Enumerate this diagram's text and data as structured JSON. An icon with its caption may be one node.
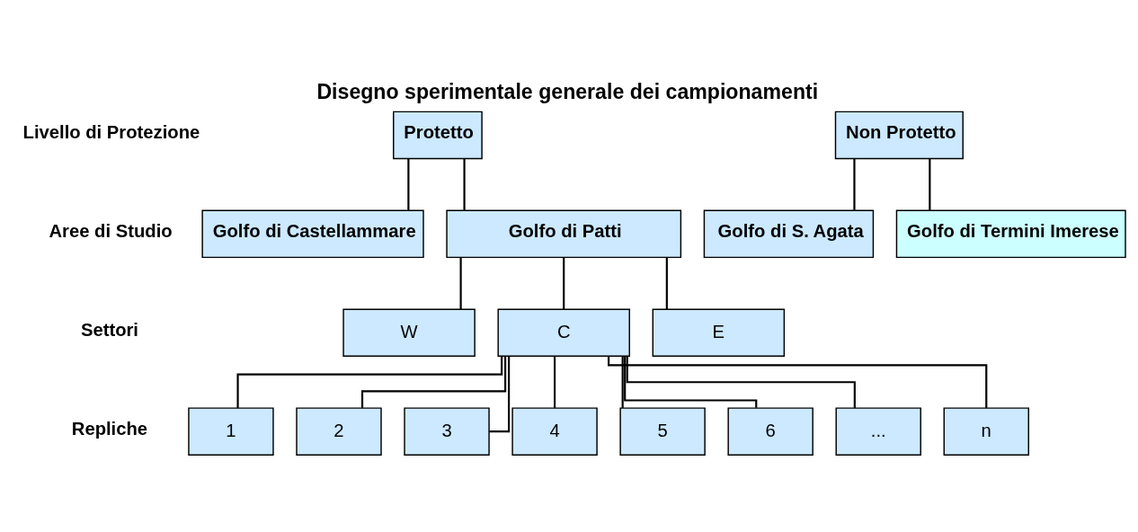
{
  "diagram": {
    "title": "Disegno sperimentale generale dei campionamenti",
    "nodes": [
      {
        "text": [
          "Protetto"
        ]
      },
      {
        "text": [
          "Non Protetto"
        ]
      },
      {
        "text": [
          "Golfo di Castellammare"
        ]
      },
      {
        "text": [
          "Golfo di Patti"
        ]
      },
      {
        "text": [
          "Golfo di S. Agata"
        ]
      },
      {
        "text": [
          "Golfo di Termini Imerese"
        ]
      },
      {
        "text": [
          "W"
        ]
      },
      {
        "text": [
          "C"
        ]
      },
      {
        "text": [
          "E"
        ]
      },
      {
        "text": [
          "1"
        ]
      },
      {
        "text": [
          "2"
        ]
      },
      {
        "text": [
          "3"
        ]
      },
      {
        "text": [
          "4"
        ]
      },
      {
        "text": [
          "5"
        ]
      },
      {
        "text": [
          "6"
        ]
      },
      {
        "text": [
          "..."
        ]
      },
      {
        "text": [
          "n"
        ]
      }
    ],
    "edges": [
      {
        "from": 0,
        "to": 2,
        "arrow": "none"
      },
      {
        "from": 0,
        "to": 3,
        "arrow": "none"
      },
      {
        "from": 1,
        "to": 4,
        "arrow": "none"
      },
      {
        "from": 1,
        "to": 5,
        "arrow": "none"
      },
      {
        "from": 3,
        "to": 6,
        "arrow": "none"
      },
      {
        "from": 3,
        "to": 7,
        "arrow": "none"
      },
      {
        "from": 3,
        "to": 8,
        "arrow": "none"
      },
      {
        "from": 7,
        "to": 9,
        "arrow": "none"
      },
      {
        "from": 7,
        "to": 10,
        "arrow": "none"
      },
      {
        "from": 7,
        "to": 11,
        "arrow": "none"
      },
      {
        "from": 7,
        "to": 12,
        "arrow": "none"
      },
      {
        "from": 7,
        "to": 13,
        "arrow": "none"
      },
      {
        "from": 7,
        "to": 14,
        "arrow": "none"
      },
      {
        "from": 7,
        "to": 15,
        "arrow": "none"
      },
      {
        "from": 7,
        "to": 16,
        "arrow": "none"
      }
    ],
    "labels": [
      "Livello di Protezione",
      "Aree di Studio",
      "Settori",
      "Repliche"
    ]
  }
}
